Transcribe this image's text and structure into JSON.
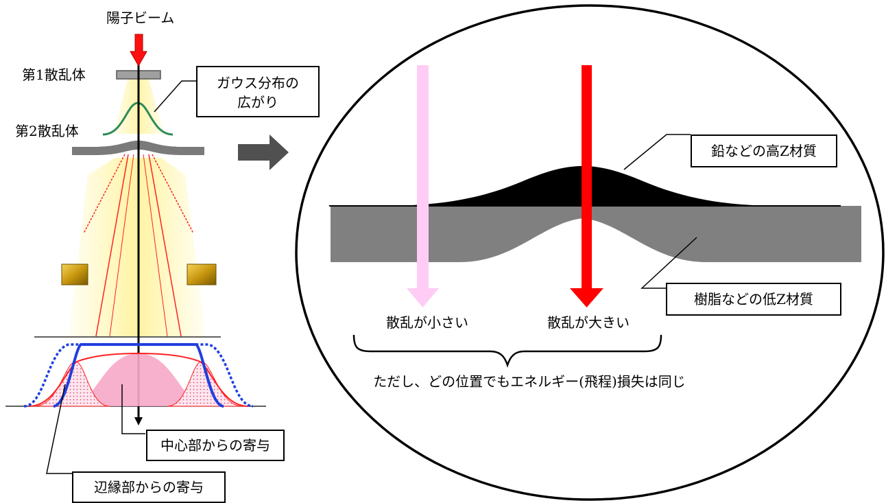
{
  "labels": {
    "proton_beam": "陽子ビーム",
    "scatterer1": "第1散乱体",
    "scatterer2": "第2散乱体",
    "gauss_line1": "ガウス分布の",
    "gauss_line2": "広がり",
    "center_contrib": "中心部からの寄与",
    "edge_contrib": "辺縁部からの寄与",
    "high_z": "鉛などの高Z材質",
    "low_z": "樹脂などの低Z材質",
    "small_scatter": "散乱が小さい",
    "large_scatter": "散乱が大きい",
    "energy_note": "ただし、どの位置でもエネルギー(飛程)損失は同じ"
  },
  "colors": {
    "beam_red": "#ff0000",
    "pink_arrow": "#ffccf5",
    "lead": "#000000",
    "resin": "#808080",
    "profile_blue": "#1f3fe0",
    "gauss_green": "#2e8b57",
    "glow": "#fff3a0",
    "collimator": "#b8860b"
  },
  "icons": [
    "right-arrow-icon"
  ]
}
